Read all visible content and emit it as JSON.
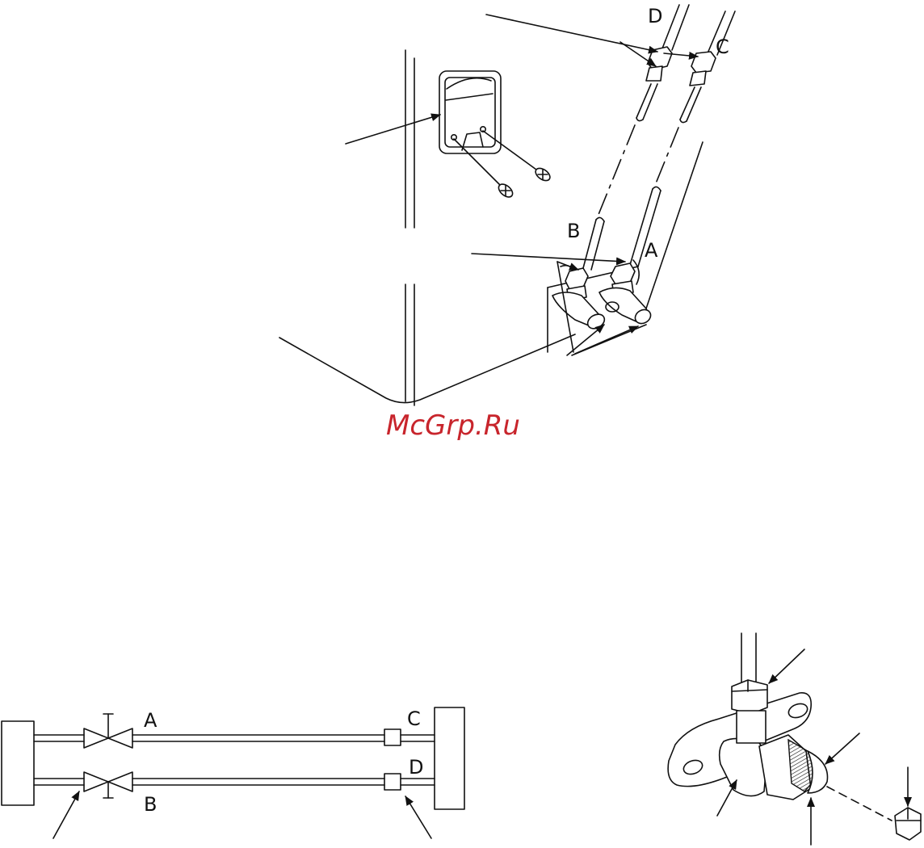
{
  "labels": {
    "top": {
      "a": "A",
      "b": "B",
      "c": "C",
      "d": "D"
    },
    "schematic": {
      "a": "A",
      "b": "B",
      "c": "C",
      "d": "D"
    }
  },
  "watermark": "McGrp.Ru",
  "colors": {
    "line": "#111111",
    "watermark": "#c8252c",
    "background": "#ffffff"
  }
}
